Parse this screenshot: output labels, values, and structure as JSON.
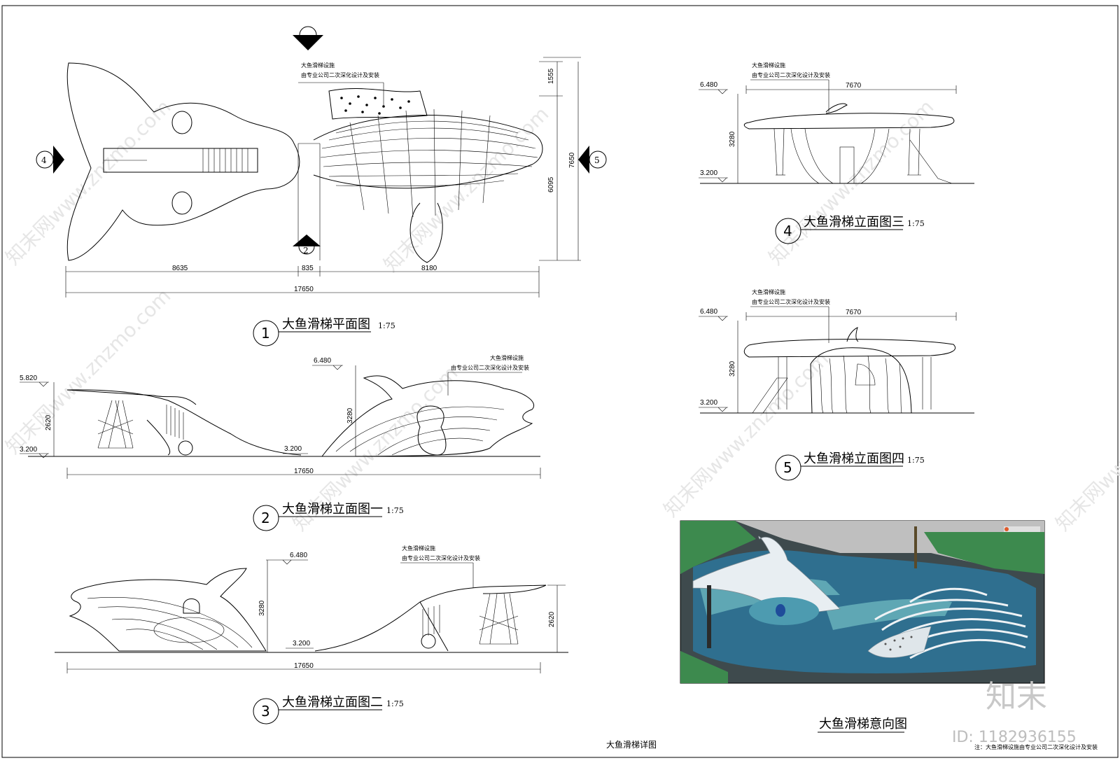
{
  "drawing": {
    "sheet_title": "大鱼滑梯详图",
    "footnote": "注：大鱼滑梯设施由专业公司二次深化设计及安装",
    "note_lines": [
      "大鱼滑梯设施",
      "由专业公司二次深化设计及安装"
    ]
  },
  "views": {
    "plan": {
      "num": "1",
      "title": "大鱼滑梯平面图",
      "scale": "1:75"
    },
    "elev1": {
      "num": "2",
      "title": "大鱼滑梯立面图一",
      "scale": "1:75"
    },
    "elev2": {
      "num": "3",
      "title": "大鱼滑梯立面图二",
      "scale": "1:75"
    },
    "elev3": {
      "num": "4",
      "title": "大鱼滑梯立面图三",
      "scale": "1:75"
    },
    "elev4": {
      "num": "5",
      "title": "大鱼滑梯立面图四",
      "scale": "1:75"
    },
    "render": {
      "title": "大鱼滑梯意向图"
    }
  },
  "markers": {
    "m2": "2",
    "m4": "4",
    "m5": "5"
  },
  "dims": {
    "plan_a": "8635",
    "plan_b": "835",
    "plan_c": "8180",
    "plan_total": "17650",
    "plan_v1": "1555",
    "plan_v2": "6095",
    "plan_v3": "7650",
    "e1_top": "5.820",
    "e1_h": "2620",
    "e1_base": "3.200",
    "e1_base2": "3.200",
    "e1_fish_top": "6.480",
    "e1_fish_h": "3280",
    "e1_total": "17650",
    "e2_top": "6.480",
    "e2_h": "3280",
    "e2_base": "3.200",
    "e2_right_h": "2620",
    "e2_total": "17650",
    "e3_top": "6.480",
    "e3_w": "7670",
    "e3_h": "3280",
    "e3_base": "3.200",
    "e4_top": "6.480",
    "e4_w": "7670",
    "e4_h": "3280",
    "e4_base": "3.200"
  },
  "watermark": {
    "brand": "知末",
    "id": "ID: 1182936155",
    "text": "知末网www.znzmo.com"
  },
  "colors": {
    "line": "#000000",
    "water": "#2f6f8f",
    "lawn": "#3d8a4e",
    "paving": "#bfbfbf"
  }
}
